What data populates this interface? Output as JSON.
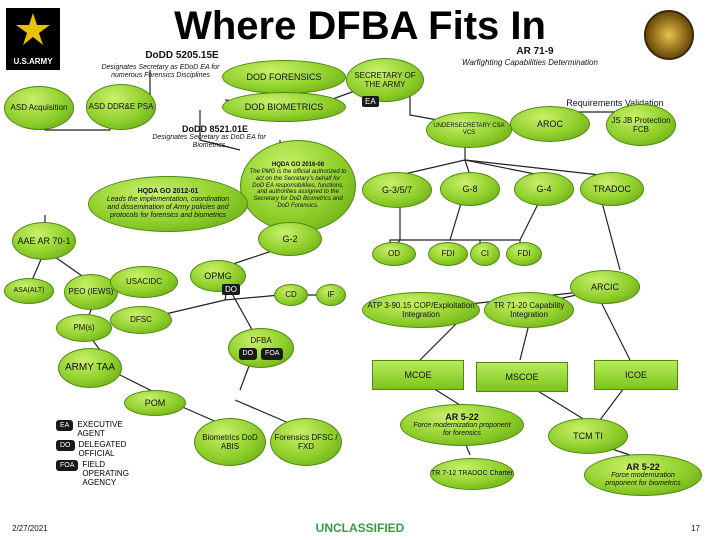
{
  "title": "Where DFBA Fits In",
  "logo": {
    "text": "U.S.ARMY",
    "icon": "army-star-icon"
  },
  "seal_icon": "dfba-seal-icon",
  "nodes": {
    "dodd5205": {
      "title": "DoDD 5205.15E",
      "desc": "Designates Secretary as EDoD EA for numerous Forensics Disciplines"
    },
    "dod_forensics": "DOD FORENSICS",
    "dod_biometrics": "DOD BIOMETRICS",
    "dodd8521": {
      "title": "DoDD 8521.01E",
      "desc": "Designates Secretary as DoD EA for Biometrics"
    },
    "asd_acq": "ASD Acquisition",
    "asd_ddre": "ASD DDR&E PSA",
    "secarmy": "SECRETARY OF THE ARMY",
    "ea_badge": "EA",
    "ar71_9": {
      "title": "AR 71-9",
      "desc": "Warfighting Capabilities Determination"
    },
    "req_val": "Requirements Validation",
    "aroc": "AROC",
    "js_jb": "JS JB Protection FCB",
    "usa": "UNDERSECRETARY CSA VCS",
    "hqda_go2016": {
      "title": "HQDA GO 2016-08",
      "desc": "The PMG is the official authorized to act on the Secretary's behalf for DoD EA responsibilities, functions, and authorities assigned to the Secretary for DoD Biometrics and DoD Forensics."
    },
    "hqda_go2012": {
      "title": "HQDA GO 2012-01",
      "desc": "Leads the implementation, coordination and dissemination of Army policies and protocols for forensics and biometrics"
    },
    "g357": "G-3/5/7",
    "g8": "G-8",
    "g4": "G-4",
    "tradoc": "TRADOC",
    "aae": "AAE AR 70-1",
    "g2": "G-2",
    "od": "OD",
    "fdi1": "FDI",
    "ci": "CI",
    "fdi2": "FDI",
    "asa": "ASA(ALT)",
    "peo": "PEO (IEWS)",
    "usacidc": "USACIDC",
    "opmg": "OPMG",
    "do_badge": "DO",
    "cd": "CD",
    "ir": "IF",
    "arcic": "ARCIC",
    "dfsc": "DFSC",
    "pms": "PM(s)",
    "atp": "ATP 3-90.15 COP/Exploitation Integration",
    "tr71": "TR 71-20 Capability Integration",
    "dfba": "DFBA",
    "dfba_do": "DO",
    "dfba_foa": "FOA",
    "army_taa": "ARMY TAA",
    "mcoe": "MCOE",
    "mscoe": "MSCOE",
    "icoe": "ICOE",
    "pom": "POM",
    "ar5_22a": {
      "title": "AR 5-22",
      "desc": "Force modernization proponent for forensics"
    },
    "tcm_ti": "TCM TI",
    "biometrics_abis": "Biometrics DoD ABIS",
    "forensics_dfsc": "Forensics DFSC / FXD",
    "tr7_12": "TR 7-12 TRADOC Charter",
    "ar5_22b": {
      "title": "AR 5-22",
      "desc": "Force modernization proponent for biometrics"
    }
  },
  "legend": [
    {
      "abbr": "EA",
      "text": "EXECUTIVE AGENT"
    },
    {
      "abbr": "DO",
      "text": "DELEGATED OFFICIAL"
    },
    {
      "abbr": "FOA",
      "text": "FIELD OPERATING AGENCY"
    }
  ],
  "footer": {
    "date": "2/27/2021",
    "classification": "UNCLASSIFIED",
    "page": "17"
  },
  "colors": {
    "node": "#8fcf2a",
    "edge": "#222222",
    "classification": "#2ea043"
  }
}
